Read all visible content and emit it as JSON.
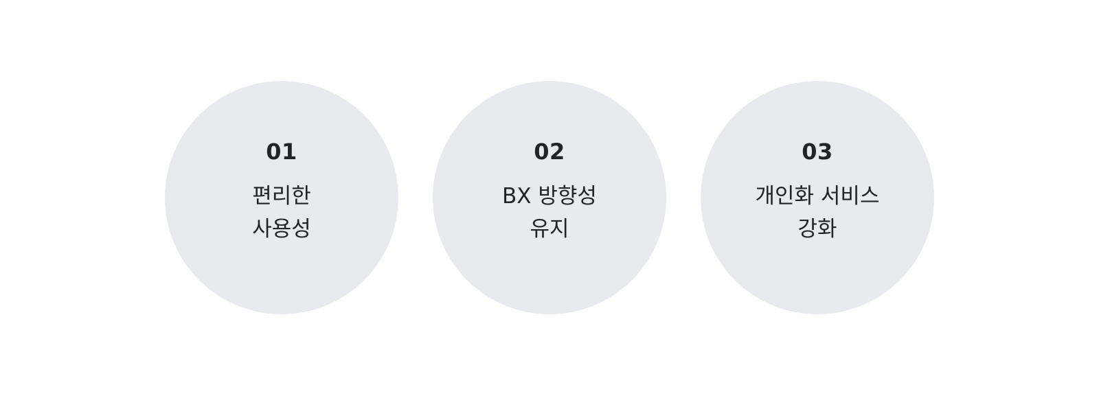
{
  "items": [
    {
      "number": "01",
      "lines": [
        "편리한",
        "사용성"
      ]
    },
    {
      "number": "02",
      "lines": [
        "BX 방향성",
        "유지"
      ]
    },
    {
      "number": "03",
      "lines": [
        "개인화 서비스",
        "강화"
      ]
    }
  ],
  "colors": {
    "background": "#ffffff",
    "circle": "#e9eaef",
    "text": "#222326"
  }
}
